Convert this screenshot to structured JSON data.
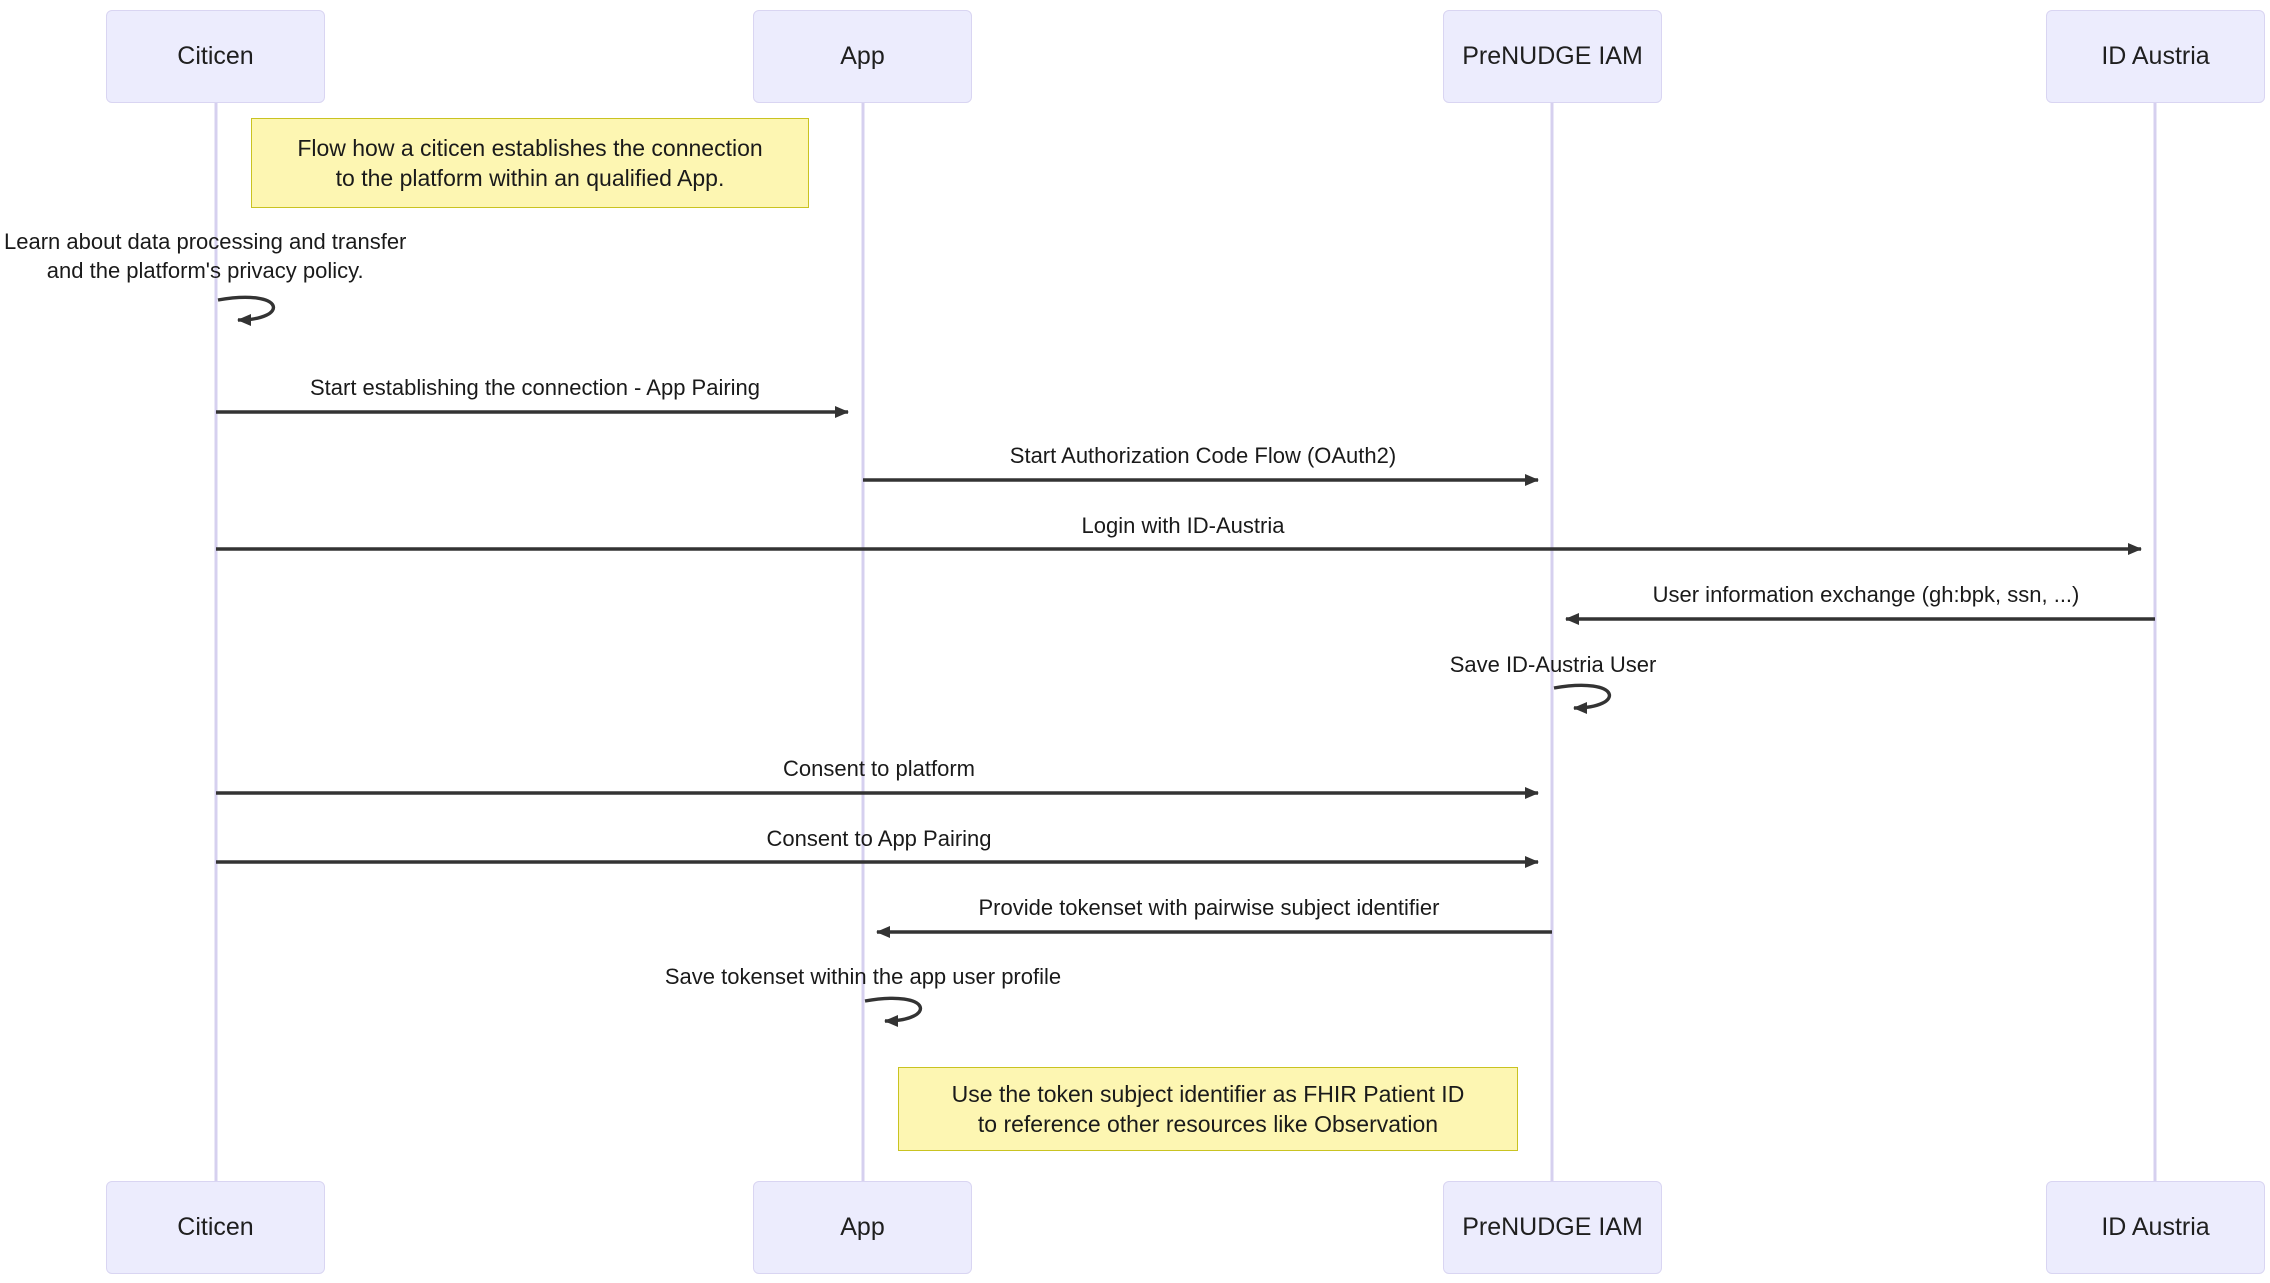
{
  "diagram": {
    "type": "sequence-diagram",
    "background": "#ffffff",
    "participant_fill": "#ececfd",
    "participant_stroke": "#d9d5f2",
    "note_fill": "#fdf6b2",
    "note_stroke": "#c9c321",
    "line_color": "#333333",
    "lifeline_color": "#d6d0ef"
  },
  "participants": [
    {
      "id": "citicen",
      "label": "Citicen"
    },
    {
      "id": "app",
      "label": "App"
    },
    {
      "id": "iam",
      "label": "PreNUDGE IAM"
    },
    {
      "id": "idaustria",
      "label": "ID Austria"
    }
  ],
  "participants_bottom": [
    {
      "id": "citicen",
      "label": "Citicen"
    },
    {
      "id": "app",
      "label": "App"
    },
    {
      "id": "iam",
      "label": "PreNUDGE IAM"
    },
    {
      "id": "idaustria",
      "label": "ID Austria"
    }
  ],
  "notes": [
    {
      "id": "note-flow-overview",
      "lines": [
        "Flow how a citicen establishes the connection",
        "to the platform within an qualified App."
      ]
    },
    {
      "id": "note-fhir-patient-id",
      "lines": [
        "Use the token subject identifier as FHIR Patient ID",
        "to reference other resources like Observation"
      ]
    }
  ],
  "messages": [
    {
      "id": "msg-learn-privacy",
      "from": "citicen",
      "to": "citicen",
      "kind": "self",
      "label_lines": [
        "Learn about data processing and transfer",
        "and the platform's privacy policy."
      ]
    },
    {
      "id": "msg-start-connection",
      "from": "citicen",
      "to": "app",
      "kind": "forward",
      "label_lines": [
        "Start establishing the connection - App Pairing"
      ]
    },
    {
      "id": "msg-start-authcode-flow",
      "from": "app",
      "to": "iam",
      "kind": "forward",
      "label_lines": [
        "Start Authorization Code Flow (OAuth2)"
      ]
    },
    {
      "id": "msg-login-id-austria",
      "from": "citicen",
      "to": "idaustria",
      "kind": "forward",
      "label_lines": [
        "Login with ID-Austria"
      ]
    },
    {
      "id": "msg-user-info-exchange",
      "from": "idaustria",
      "to": "iam",
      "kind": "backward",
      "label_lines": [
        "User information exchange (gh:bpk, ssn, ...)"
      ]
    },
    {
      "id": "msg-save-id-austria-user",
      "from": "iam",
      "to": "iam",
      "kind": "self",
      "label_lines": [
        "Save ID-Austria User"
      ]
    },
    {
      "id": "msg-consent-platform",
      "from": "citicen",
      "to": "iam",
      "kind": "forward",
      "label_lines": [
        "Consent to platform"
      ]
    },
    {
      "id": "msg-consent-app-pairing",
      "from": "citicen",
      "to": "iam",
      "kind": "forward",
      "label_lines": [
        "Consent to App Pairing"
      ]
    },
    {
      "id": "msg-provide-tokenset",
      "from": "iam",
      "to": "app",
      "kind": "backward",
      "label_lines": [
        "Provide tokenset with pairwise subject identifier"
      ]
    },
    {
      "id": "msg-save-tokenset",
      "from": "app",
      "to": "app",
      "kind": "self",
      "label_lines": [
        "Save tokenset within the app user profile"
      ]
    }
  ]
}
